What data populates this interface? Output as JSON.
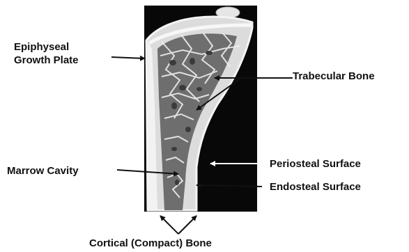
{
  "labels": {
    "epiphyseal_line1": "Epiphyseal",
    "epiphyseal_line2": "Growth Plate",
    "trabecular": "Trabecular Bone",
    "marrow": "Marrow Cavity",
    "periosteal": "Periosteal Surface",
    "endosteal": "Endosteal Surface",
    "cortical": "Cortical (Compact) Bone"
  },
  "colors": {
    "background": "#ffffff",
    "image_background": "#080808",
    "bone": "#e4e4e4",
    "arrow_dark": "#111111",
    "arrow_light": "#ffffff"
  }
}
